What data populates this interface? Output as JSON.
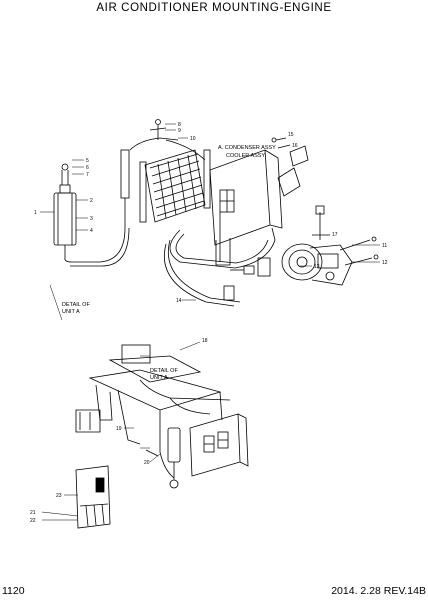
{
  "title": "AIR CONDITIONER MOUNTING-ENGINE",
  "page_number": "1120",
  "revision": "2014. 2.28 REV.14B",
  "notes": {
    "condenser_assy": "A. CONDENSER ASSY",
    "cooler_assy": "COOLER ASSY",
    "detail_upper": "DETAIL OF",
    "detail_upper_2": "UNIT A",
    "detail_lower": "DETAIL OF",
    "detail_lower_2": "UNIT A"
  },
  "callouts": [
    "1",
    "2",
    "3",
    "4",
    "5",
    "6",
    "7",
    "8",
    "9",
    "10",
    "11",
    "12",
    "13",
    "14",
    "15",
    "16",
    "17",
    "18",
    "19",
    "20",
    "21",
    "22",
    "23"
  ]
}
